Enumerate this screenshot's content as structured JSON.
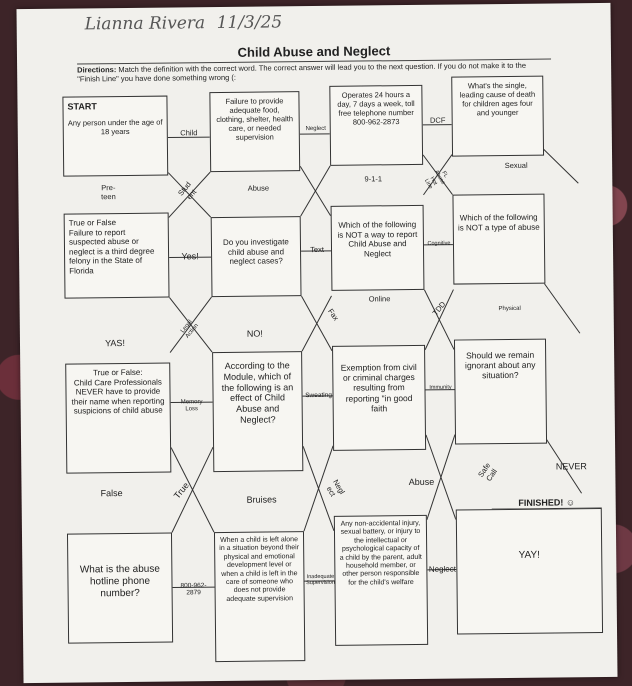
{
  "header": {
    "student_name": "Lianna Rivera",
    "date": "11/3/25"
  },
  "title": "Child Abuse and Neglect",
  "directions": {
    "label": "Directions:",
    "text": "Match the definition with the correct word. The correct answer will lead you to the next question. If you do not make it to the \"Finish Line\" you have done something wrong (:"
  },
  "boxes": {
    "start_head": "START",
    "start": "Any person under the age of 18 years",
    "failure": "Failure to provide adequate food, clothing, shelter, health care, or needed supervision",
    "hotline": "Operates 24 hours a day, 7 days a week, toll free telephone number 800-962-2873",
    "leading_cause": "What's the single, leading cause of death for children ages four and younger",
    "true_false_1": "True or False\nFailure to report suspected abuse or neglect is a third degree felony in the State of Florida",
    "investigate": "Do you investigate child abuse and neglect cases?",
    "not_way_report": "Which of the following is NOT a way to report Child Abuse and Neglect",
    "not_type_abuse": "Which of the following is NOT a type of abuse",
    "true_false_2": "True or False:\nChild Care Professionals NEVER have to provide their name when reporting suspicions of child abuse",
    "module_effect": "According to the Module, which of the following is an effect of Child Abuse and Neglect?",
    "exemption": "Exemption from civil or criminal charges resulting from reporting \"in good faith",
    "remain_ignorant": "Should we remain ignorant about any situation?",
    "hotline_q": "What is the abuse hotline phone number?",
    "left_alone": "When a child is left alone in a situation beyond their physical and emotional development level or when a child is left in the care of someone who does not provide adequate supervision",
    "non_accidental": "Any non-accidental injury, sexual battery, or injury to the intellectual or psychological capacity of a child by the parent, adult household member, or other person responsible for the child's welfare"
  },
  "labels": {
    "child": "Child",
    "neglect_top": "Neglect",
    "dcf": "DCF",
    "preteen": "Pre-\nteen",
    "student": "Stud\nent",
    "abuse_top": "Abuse",
    "nine11": "9-1-1",
    "fl_abuse_hotline": "FL\nAbuse\nHot\nLine",
    "sexual": "Sexual",
    "yes": "Yes!",
    "text": "Text",
    "cognitive": "Cognitive",
    "online": "Online",
    "fax": "Fax",
    "tdd": "TDD",
    "physical": "Physical",
    "yas": "YAS!",
    "legal_action": "Legal\nAction",
    "no": "NO!",
    "memory_loss": "Memory\nLoss",
    "sweating": "Sweating",
    "immunity": "Immunity",
    "false": "False",
    "true": "True",
    "bruises": "Bruises",
    "neglect_mid": "Negl\nect",
    "abuse_mid": "Abuse",
    "safe_call": "Safe\nCall",
    "never": "NEVER",
    "finished": "FINISHED! ☺",
    "phone": "800-962-\n2879",
    "inadequate_supervision": "Inadequate\nSupervision",
    "neglect_bottom": "Neglect",
    "yay": "YAY!"
  }
}
